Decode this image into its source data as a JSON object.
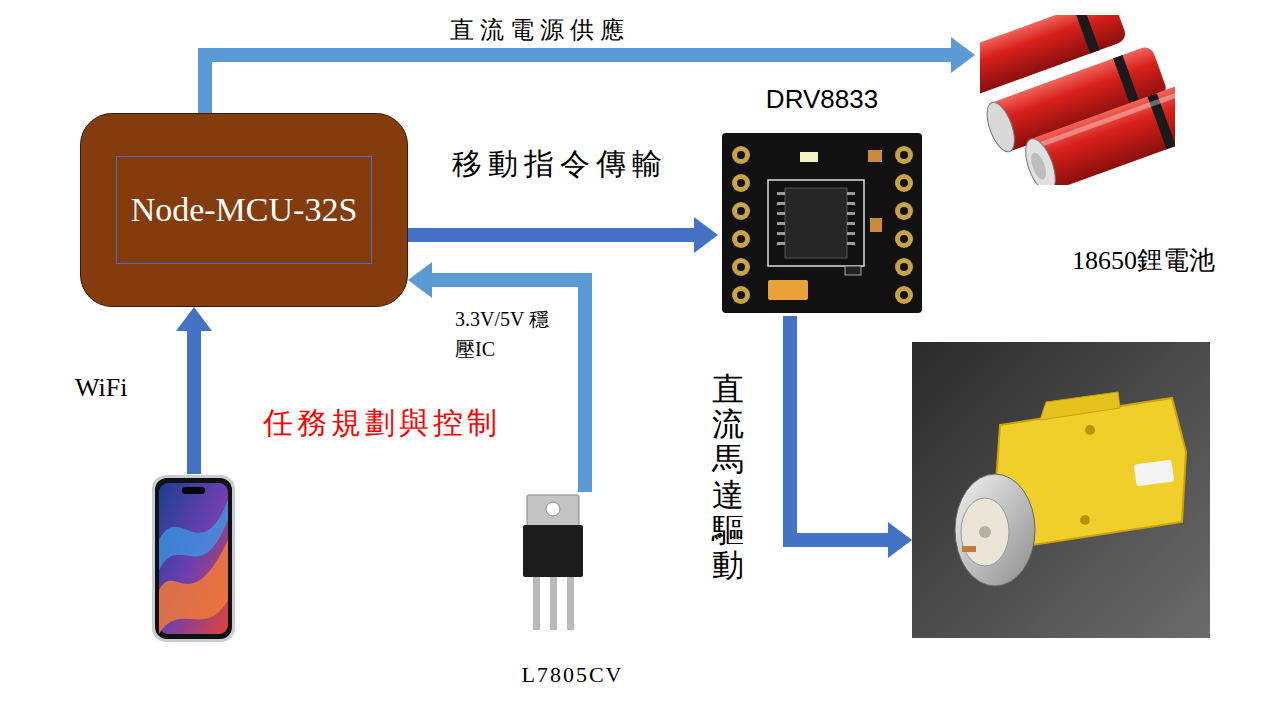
{
  "diagram": {
    "nodes": [
      {
        "text": [
          "Node-MCU-32S"
        ]
      },
      {
        "text": [
          "DRV8833"
        ]
      },
      {
        "text": [
          "18650鋰電池"
        ]
      },
      {
        "text": []
      },
      {
        "text": []
      },
      {
        "text": [
          "L7805CV"
        ]
      }
    ],
    "edges": [
      {
        "from": 0,
        "to": 2,
        "arrow": "to",
        "label": "直流電源供應"
      },
      {
        "from": 0,
        "to": 1,
        "arrow": "to",
        "label": "移動指令傳輸"
      },
      {
        "from": 5,
        "to": 0,
        "arrow": "to",
        "label": "3.3V/5V 穩壓IC"
      },
      {
        "from": 4,
        "to": 0,
        "arrow": "to",
        "label": "WiFi"
      },
      {
        "from": 1,
        "to": 3,
        "arrow": "to",
        "label": "直流馬達驅動"
      }
    ],
    "labels": [
      "任務規劃與控制"
    ]
  }
}
